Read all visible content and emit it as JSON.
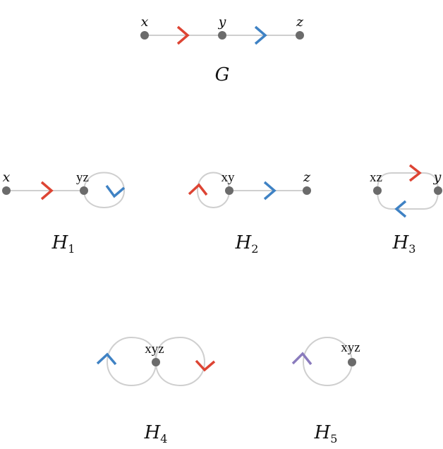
{
  "colors": {
    "red": "#dd4433",
    "blue": "#3f82c4",
    "purple": "#8a7bbd",
    "edge": "#cfcfcf",
    "node": "#6b6b6b"
  },
  "graphs": {
    "G": {
      "caption": "G",
      "nodes": [
        "x",
        "y",
        "z"
      ]
    },
    "H1": {
      "caption": "H",
      "sub": "1",
      "nodes": [
        "x",
        "yz"
      ]
    },
    "H2": {
      "caption": "H",
      "sub": "2",
      "nodes": [
        "xy",
        "z"
      ]
    },
    "H3": {
      "caption": "H",
      "sub": "3",
      "nodes": [
        "xz",
        "y"
      ]
    },
    "H4": {
      "caption": "H",
      "sub": "4",
      "nodes": [
        "xyz"
      ]
    },
    "H5": {
      "caption": "H",
      "sub": "5",
      "nodes": [
        "xyz"
      ]
    }
  }
}
